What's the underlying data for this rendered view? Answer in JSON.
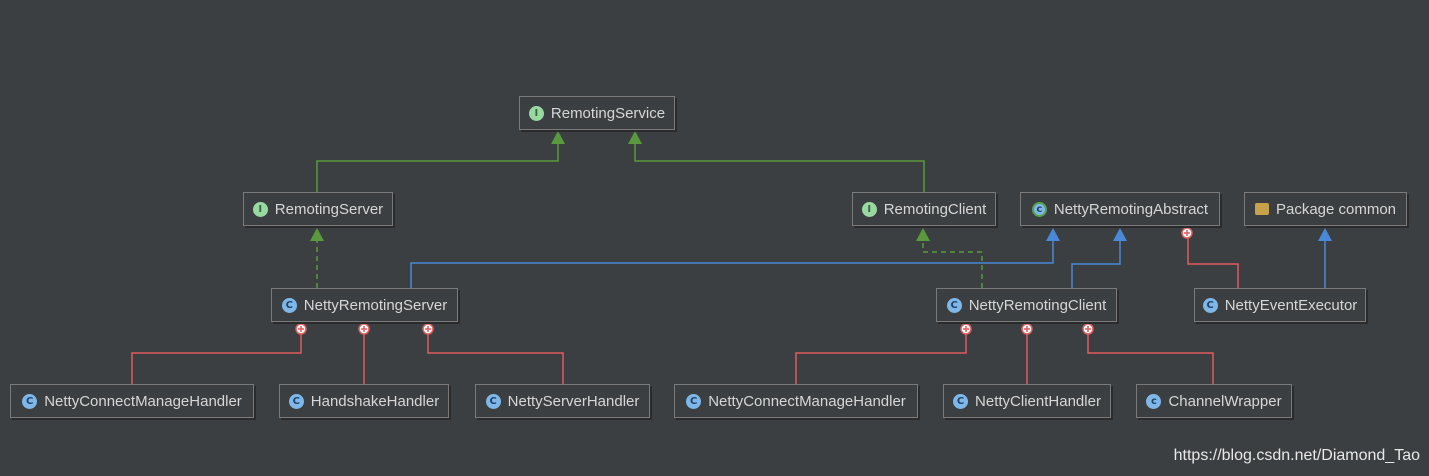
{
  "nodes": {
    "remoting_service": {
      "label": "RemotingService",
      "kind": "interface",
      "icon": "interface-icon"
    },
    "remoting_server": {
      "label": "RemotingServer",
      "kind": "interface",
      "icon": "interface-icon"
    },
    "remoting_client": {
      "label": "RemotingClient",
      "kind": "interface",
      "icon": "interface-icon"
    },
    "netty_remoting_abstract": {
      "label": "NettyRemotingAbstract",
      "kind": "abstract-class",
      "icon": "abstract-class-icon"
    },
    "package_common": {
      "label": "Package common",
      "kind": "package",
      "icon": "package-icon"
    },
    "netty_remoting_server": {
      "label": "NettyRemotingServer",
      "kind": "class",
      "icon": "class-icon"
    },
    "netty_remoting_client": {
      "label": "NettyRemotingClient",
      "kind": "class",
      "icon": "class-icon"
    },
    "netty_event_executor": {
      "label": "NettyEventExecutor",
      "kind": "class",
      "icon": "class-icon"
    },
    "server_connect_manage_handler": {
      "label": "NettyConnectManageHandler",
      "kind": "class",
      "icon": "class-icon"
    },
    "handshake_handler": {
      "label": "HandshakeHandler",
      "kind": "class",
      "icon": "class-icon"
    },
    "netty_server_handler": {
      "label": "NettyServerHandler",
      "kind": "class",
      "icon": "class-icon"
    },
    "client_connect_manage_handler": {
      "label": "NettyConnectManageHandler",
      "kind": "class",
      "icon": "class-icon"
    },
    "netty_client_handler": {
      "label": "NettyClientHandler",
      "kind": "class",
      "icon": "class-icon"
    },
    "channel_wrapper": {
      "label": "ChannelWrapper",
      "kind": "inner-class",
      "icon": "inner-class-icon"
    }
  },
  "edges": [
    {
      "from": "remoting_server",
      "to": "remoting_service",
      "type": "extends",
      "color": "#5a9a3e"
    },
    {
      "from": "remoting_client",
      "to": "remoting_service",
      "type": "extends",
      "color": "#5a9a3e"
    },
    {
      "from": "netty_remoting_server",
      "to": "remoting_server",
      "type": "implements",
      "color": "#5a9a3e"
    },
    {
      "from": "netty_remoting_client",
      "to": "remoting_client",
      "type": "implements",
      "color": "#5a9a3e"
    },
    {
      "from": "netty_remoting_server",
      "to": "netty_remoting_abstract",
      "type": "extends",
      "color": "#4a88d8"
    },
    {
      "from": "netty_remoting_client",
      "to": "netty_remoting_abstract",
      "type": "extends",
      "color": "#4a88d8"
    },
    {
      "from": "netty_event_executor",
      "to": "package_common",
      "type": "extends",
      "color": "#4a88d8"
    },
    {
      "from": "netty_event_executor",
      "to": "netty_remoting_abstract",
      "type": "inner",
      "color": "#e05c5c"
    },
    {
      "from": "server_connect_manage_handler",
      "to": "netty_remoting_server",
      "type": "inner",
      "color": "#e05c5c"
    },
    {
      "from": "handshake_handler",
      "to": "netty_remoting_server",
      "type": "inner",
      "color": "#e05c5c"
    },
    {
      "from": "netty_server_handler",
      "to": "netty_remoting_server",
      "type": "inner",
      "color": "#e05c5c"
    },
    {
      "from": "client_connect_manage_handler",
      "to": "netty_remoting_client",
      "type": "inner",
      "color": "#e05c5c"
    },
    {
      "from": "netty_client_handler",
      "to": "netty_remoting_client",
      "type": "inner",
      "color": "#e05c5c"
    },
    {
      "from": "channel_wrapper",
      "to": "netty_remoting_client",
      "type": "inner",
      "color": "#e05c5c"
    }
  ],
  "colors": {
    "background": "#3c3f41",
    "text": "#d6d6d6",
    "border": "#7a7a7a"
  },
  "watermark": "https://blog.csdn.net/Diamond_Tao"
}
